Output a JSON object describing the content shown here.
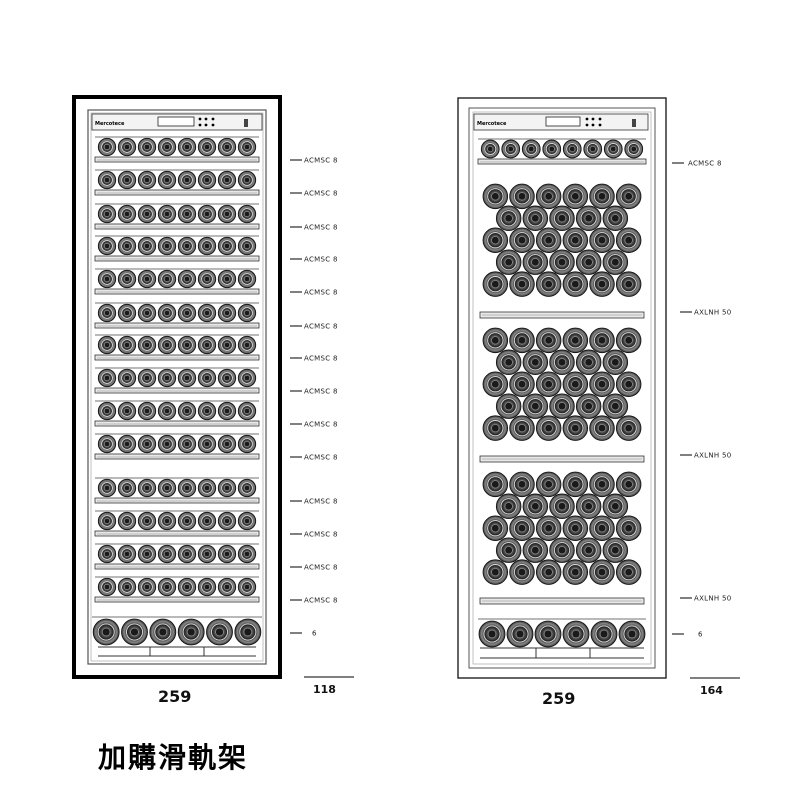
{
  "caption": "加購滑軌架",
  "cabinets": [
    {
      "name": "left",
      "brand": "Mercotece",
      "width_label": "259",
      "bottle_count": "118",
      "shelves": [
        {
          "kind": "sliding",
          "label": "ACMSC 8"
        },
        {
          "kind": "sliding",
          "label": "ACMSC 8"
        },
        {
          "kind": "sliding",
          "label": "ACMSC 8"
        },
        {
          "kind": "sliding",
          "label": "ACMSC 8"
        },
        {
          "kind": "sliding",
          "label": "ACMSC 8"
        },
        {
          "kind": "sliding",
          "label": "ACMSC 8"
        },
        {
          "kind": "sliding",
          "label": "ACMSC 8"
        },
        {
          "kind": "sliding",
          "label": "ACMSC 8"
        },
        {
          "kind": "sliding",
          "label": "ACMSC 8"
        },
        {
          "kind": "sliding",
          "label": "ACMSC 8"
        },
        {
          "kind": "sliding",
          "label": "ACMSC 8"
        },
        {
          "kind": "sliding",
          "label": "ACMSC 8"
        },
        {
          "kind": "sliding",
          "label": "ACMSC 8"
        },
        {
          "kind": "sliding",
          "label": "ACMSC 8"
        },
        {
          "kind": "bottom",
          "label": "6"
        }
      ]
    },
    {
      "name": "right",
      "brand": "Mercotece",
      "width_label": "259",
      "bottle_count": "164",
      "shelves": [
        {
          "kind": "sliding",
          "label": "ACMSC 8"
        },
        {
          "kind": "stack",
          "label": "AXLNH 50"
        },
        {
          "kind": "stack",
          "label": "AXLNH 50"
        },
        {
          "kind": "stack",
          "label": "AXLNH 50"
        },
        {
          "kind": "bottom",
          "label": "6"
        }
      ]
    }
  ]
}
